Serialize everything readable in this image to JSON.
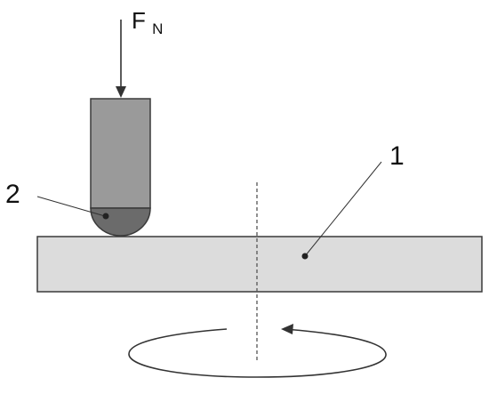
{
  "labels": {
    "force_symbol": "F",
    "force_subscript": "N",
    "label_1": "1",
    "label_2": "2"
  },
  "colors": {
    "disk_fill": "#dcdcdc",
    "pin_fill": "#9a9a9a",
    "ball_fill": "#6b6b6b",
    "stroke": "#3a3a3a",
    "axis": "#555555",
    "text": "#111111"
  }
}
